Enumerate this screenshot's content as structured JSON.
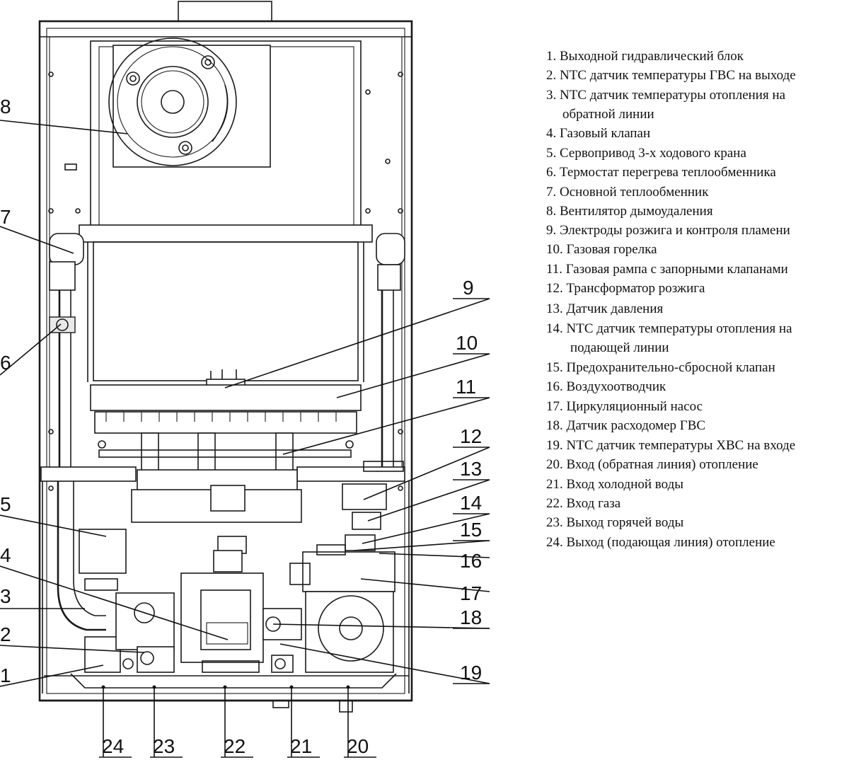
{
  "callouts": [
    "1",
    "2",
    "3",
    "4",
    "5",
    "6",
    "7",
    "8",
    "9",
    "10",
    "11",
    "12",
    "13",
    "14",
    "15",
    "16",
    "17",
    "18",
    "19",
    "20",
    "21",
    "22",
    "23",
    "24"
  ],
  "legend": [
    "1. Выходной гидравлический блок",
    "2. NTC датчик температуры ГВС на выходе",
    "3. NTC датчик температуры отопления на",
    "обратной линии",
    "4. Газовый клапан",
    "5. Сервопривод 3-х ходового крана",
    "6. Термостат перегрева теплообменника",
    "7. Основной теплообменник",
    "8. Вентилятор дымоудаления",
    "9. Электроды розжига и контроля пламени",
    "10. Газовая горелка",
    "11. Газовая рампа с запорными клапанами",
    "12. Трансформатор розжига",
    "13. Датчик давления",
    "14. NTC датчик температуры отопления на",
    "подающей линии",
    "15. Предохранительно-сбросной клапан",
    "16. Воздухоотводчик",
    "17. Циркуляционный насос",
    "18. Датчик расходомер ГВС",
    "19. NTC датчик температуры ХВС на входе",
    "20. Вход (обратная линия) отопление",
    "21. Вход холодной воды",
    "22. Вход газа",
    "23. Выход горячей воды",
    "24. Выход (подающая линия) отопление"
  ]
}
